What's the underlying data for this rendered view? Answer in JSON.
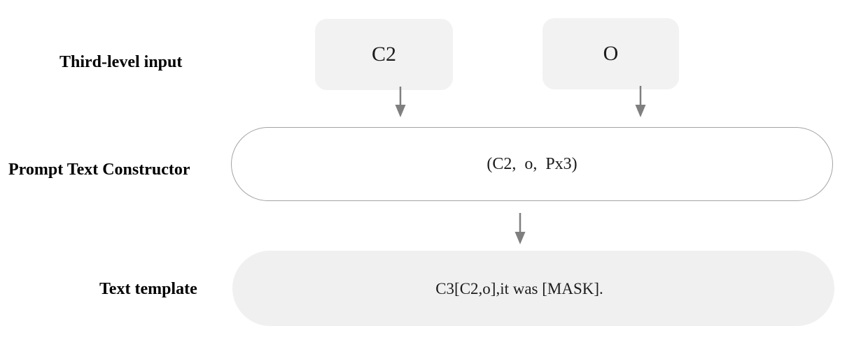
{
  "diagram": {
    "row_labels": {
      "third_level_input": "Third-level input",
      "prompt_text_constructor": "Prompt Text Constructor",
      "text_template": "Text template"
    },
    "nodes": {
      "input_c2": {
        "label": "C2"
      },
      "input_o": {
        "label": "O"
      },
      "constructor_output": {
        "label": "(C2,  o,  Px3)"
      },
      "template_text": {
        "label": "C3[C2,o],it was [MASK]."
      }
    },
    "colors": {
      "input_box_fill": "#f2f2f2",
      "template_pill_fill": "#f0f0f0",
      "constructor_pill_fill": "#ffffff",
      "constructor_pill_border": "#a3a3a3",
      "arrow": "#7f7f7f",
      "text": "#1c1c1c"
    }
  }
}
